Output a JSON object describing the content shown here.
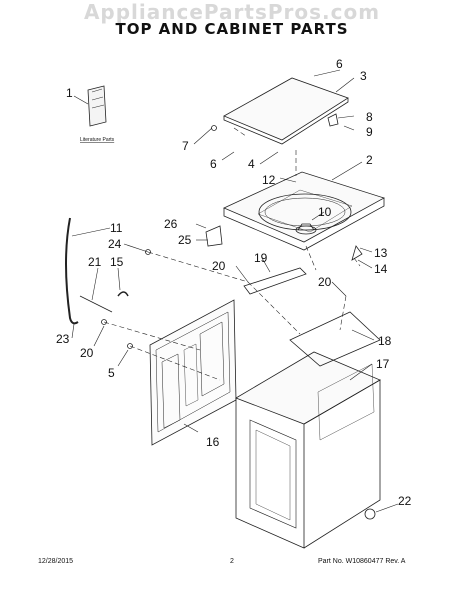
{
  "watermark": "AppliancePartsPros.com",
  "title": "TOP AND CABINET PARTS",
  "literature_label": "Literature Parts",
  "callouts": [
    "1",
    "2",
    "3",
    "4",
    "5",
    "6",
    "6",
    "7",
    "8",
    "9",
    "10",
    "11",
    "12",
    "13",
    "14",
    "15",
    "16",
    "17",
    "18",
    "19",
    "20",
    "20",
    "20",
    "21",
    "22",
    "23",
    "24",
    "25",
    "26"
  ],
  "footer": {
    "date": "12/28/2015",
    "page": "2",
    "part_no": "Part No.  W10860477  Rev.  A"
  }
}
